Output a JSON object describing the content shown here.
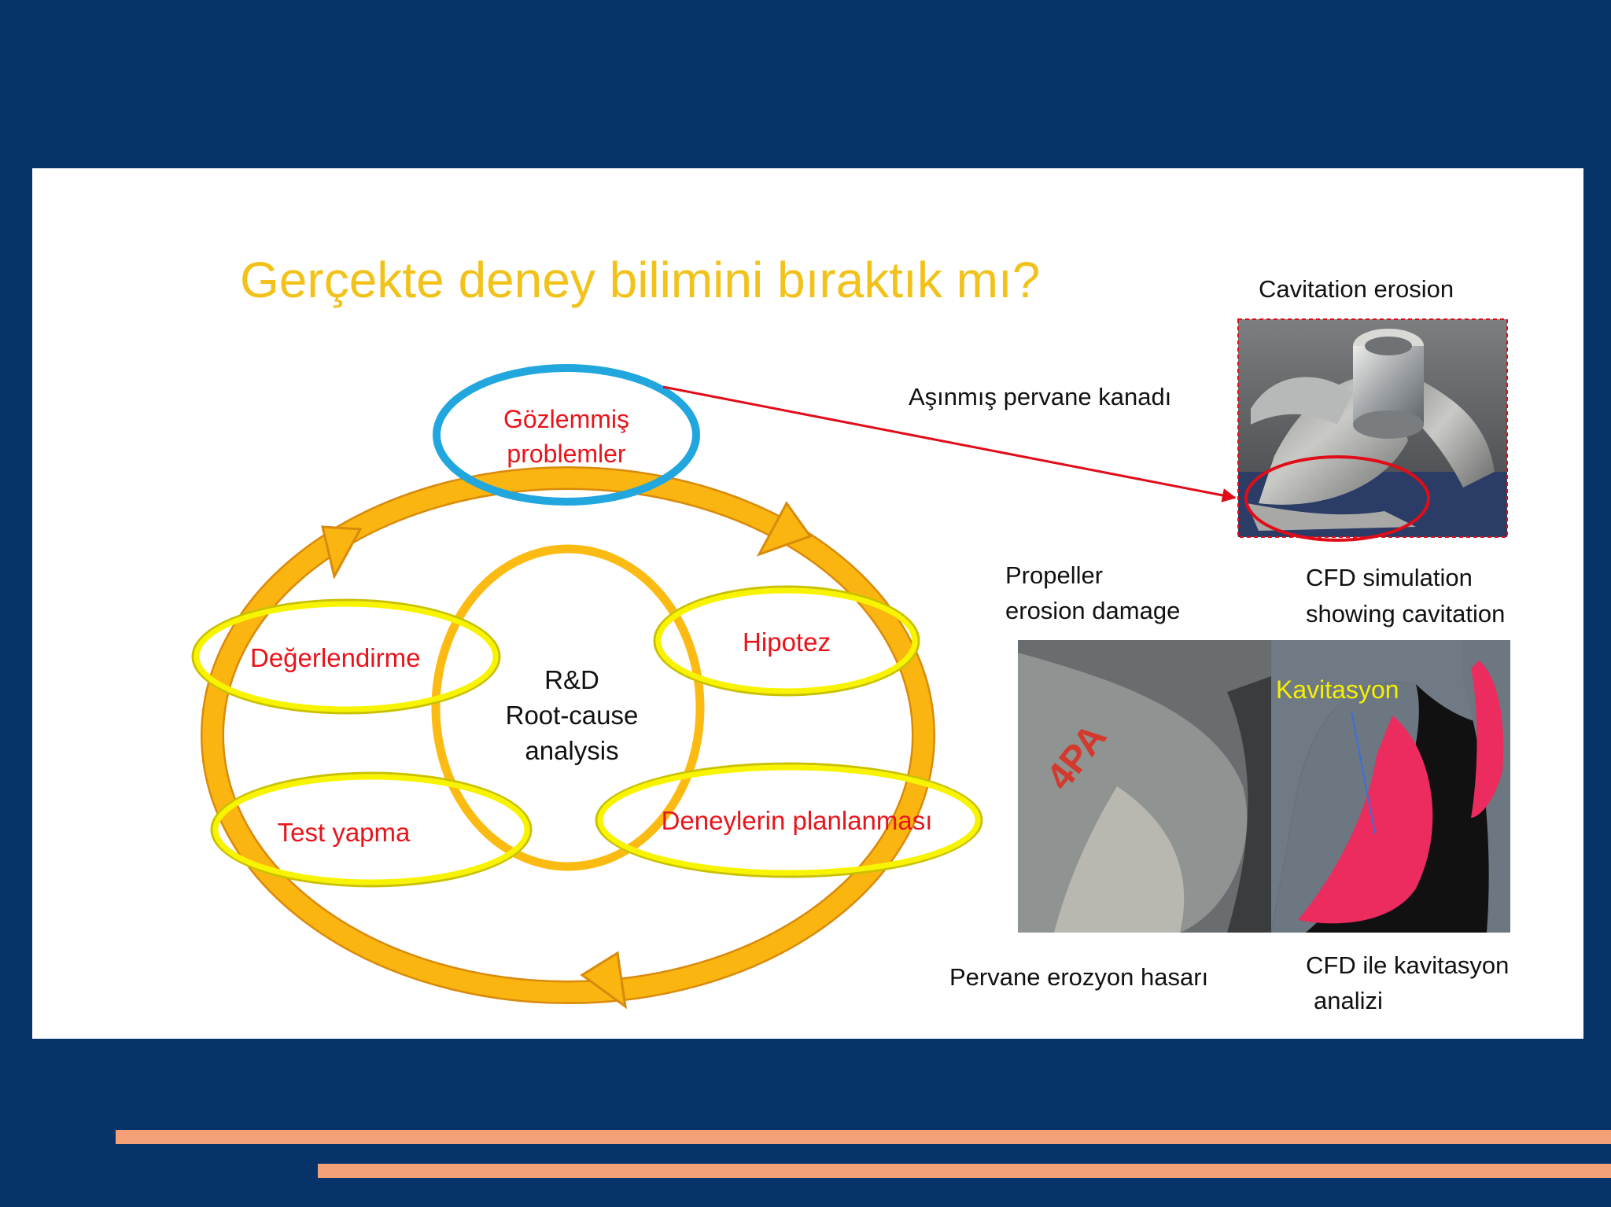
{
  "slide": {
    "title": "Gerçekte deney bilimini bıraktık mı?",
    "colors": {
      "background": "#06336a",
      "panel": "#ffffff",
      "title": "#f2c21b",
      "ring": "#fbb511",
      "ring_outline": "#d98a0a",
      "center_ellipse": "#fbbb13",
      "stage_ellipse": "#f8f400",
      "top_ellipse": "#21a7de",
      "stage_text": "#e8141b",
      "arrow": "#e00d19",
      "footer_stripe": "#f4a076"
    }
  },
  "cycle": {
    "center": {
      "line1": "R&D",
      "line2": "Root-cause",
      "line3": "analysis"
    },
    "top": {
      "line1": "Gözlemmiş",
      "line2": "problemler"
    },
    "stages": {
      "hypothesis": "Hipotez",
      "planning": "Deneylerin planlanması",
      "testing": "Test yapma",
      "evaluation": "Değerlendirme"
    }
  },
  "callouts": {
    "cavitation_erosion": "Cavitation erosion",
    "worn_blade": "Aşınmış pervane kanadı",
    "propeller_damage": {
      "line1": "Propeller",
      "line2": "erosion damage"
    },
    "cfd_simulation": {
      "line1": "CFD simulation",
      "line2": "showing cavitation"
    },
    "photo_marking": "4PA",
    "cavitation_label": "Kavitasyon",
    "damage_tr": "Pervane erozyon hasarı",
    "cfd_tr": {
      "line1": "CFD ile kavitasyon",
      "line2": "analizi"
    }
  }
}
